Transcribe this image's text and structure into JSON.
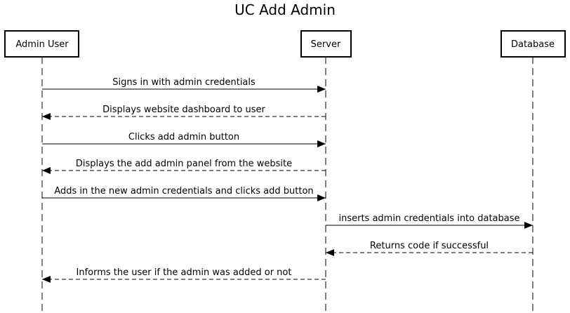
{
  "title": "UC Add Admin",
  "actors": [
    {
      "id": "admin",
      "label": "Admin User"
    },
    {
      "id": "server",
      "label": "Server"
    },
    {
      "id": "db",
      "label": "Database"
    }
  ],
  "messages": [
    {
      "from": "admin",
      "to": "server",
      "label": "Signs in with admin credentials",
      "style": "solid"
    },
    {
      "from": "server",
      "to": "admin",
      "label": "Displays website dashboard to user",
      "style": "dashed"
    },
    {
      "from": "admin",
      "to": "server",
      "label": "Clicks add admin button",
      "style": "solid"
    },
    {
      "from": "server",
      "to": "admin",
      "label": "Displays the add admin panel from the website",
      "style": "dashed"
    },
    {
      "from": "admin",
      "to": "server",
      "label": "Adds in the new admin credentials and clicks add button",
      "style": "solid"
    },
    {
      "from": "server",
      "to": "db",
      "label": "inserts admin credentials into database",
      "style": "solid"
    },
    {
      "from": "db",
      "to": "server",
      "label": "Returns code if successful",
      "style": "dashed"
    },
    {
      "from": "server",
      "to": "admin",
      "label": "Informs the user if the admin was added or not",
      "style": "dashed"
    }
  ]
}
